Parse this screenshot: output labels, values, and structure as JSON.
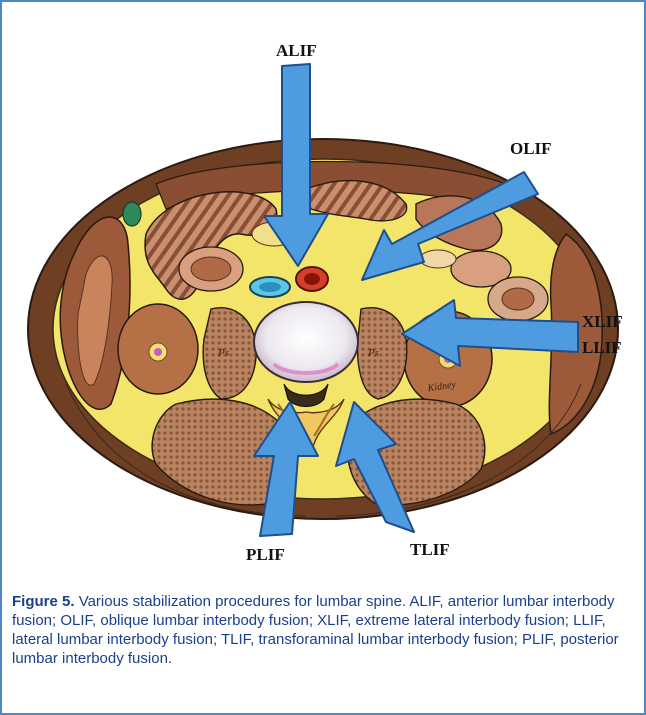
{
  "figure": {
    "labels": {
      "alif": "ALIF",
      "olif": "OLIF",
      "xlif": "XLIF",
      "llif": "LLIF",
      "plif": "PLIF",
      "tlif": "TLIF"
    },
    "anatomy_notes": {
      "ps_left": "Ps",
      "ps_right": "Ps",
      "kidney": "Kidney"
    }
  },
  "caption": {
    "label": "Figure 5.",
    "text": "Various stabilization procedures for lumbar spine. ALIF, anterior lumbar interbody fusion; OLIF, oblique lumbar interbody fusion; XLIF, extreme lateral interbody fusion; LLIF, lateral lumbar interbody fusion; TLIF, transforaminal lumbar interbody fusion; PLIF, posterior lumbar interbody fusion."
  },
  "colors": {
    "frame": "#4f86c6",
    "caption_text": "#1b3f8f",
    "arrow_fill": "#4f9be0",
    "body_wall": "#7a4a2c",
    "fat": "#f3e56a",
    "vertebra": "#f2eef4"
  }
}
